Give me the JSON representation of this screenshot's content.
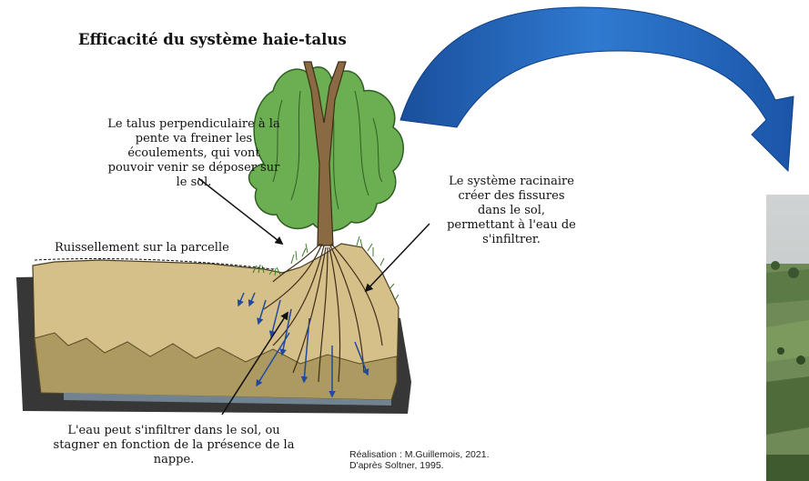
{
  "diagram": {
    "title": "Efficacité du système haie-talus",
    "annotations": {
      "talus": "Le talus perpendiculaire à la pente va freiner les écoulements, qui vont pouvoir venir se déposer sur le sol.",
      "racinaire": "Le système racinaire créer des fissures dans le sol, permettant à l'eau de s'infiltrer.",
      "ruissellement": "Ruissellement sur la parcelle",
      "eau": "L'eau peut s'infiltrer dans le sol, ou stagner en fonction de la présence de la nappe."
    },
    "credit": {
      "line1": "Réalisation : M.Guillemois, 2021.",
      "line2": "D'après Soltner, 1995."
    }
  },
  "colors": {
    "soil": "#d6c08a",
    "soil_deep": "#ac9a60",
    "tree_green": "#6cae52",
    "trunk": "#8a6a42",
    "water_arrow": "#1f4aa0",
    "curved_arrow": "#2466b7"
  }
}
